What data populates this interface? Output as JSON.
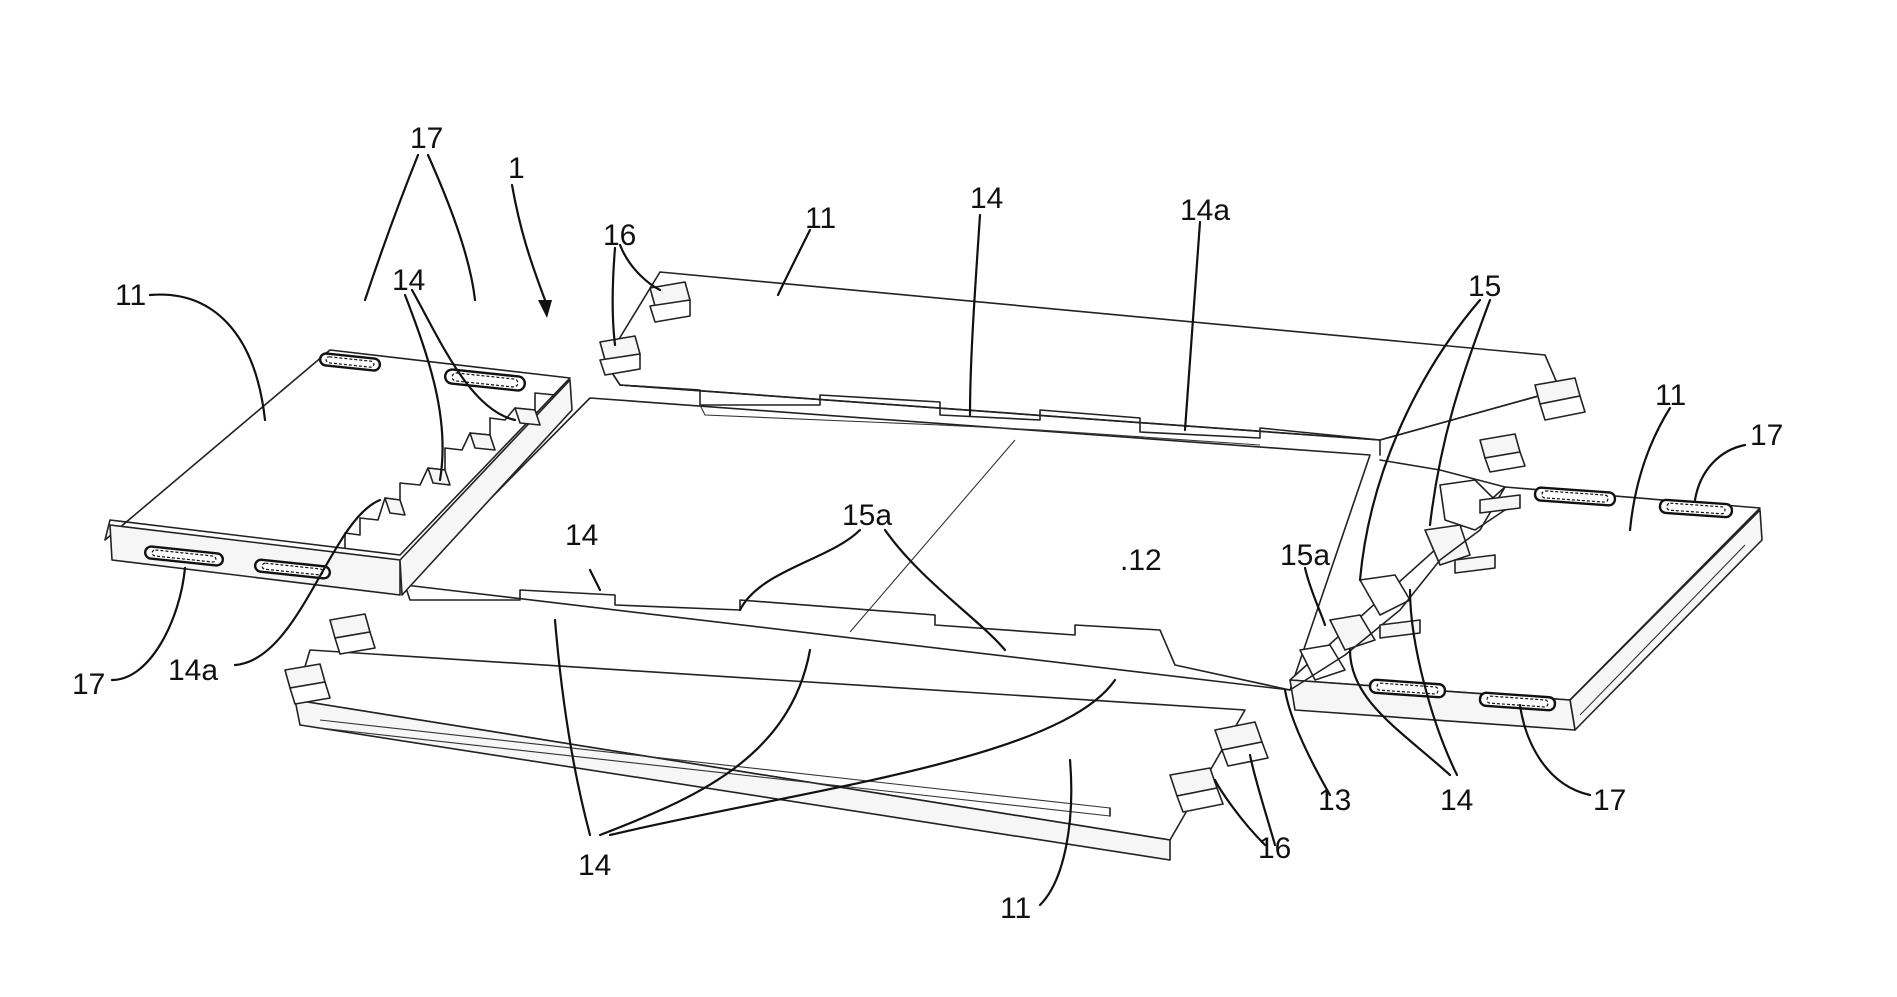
{
  "figure": {
    "reference_numerals": {
      "device": "1",
      "panel": "11",
      "center_panel": ".12",
      "joint": "13",
      "rib": "14",
      "rib_variant": "14a",
      "connector": "15",
      "connector_variant": "15a",
      "latch": "16",
      "slot": "17"
    }
  }
}
